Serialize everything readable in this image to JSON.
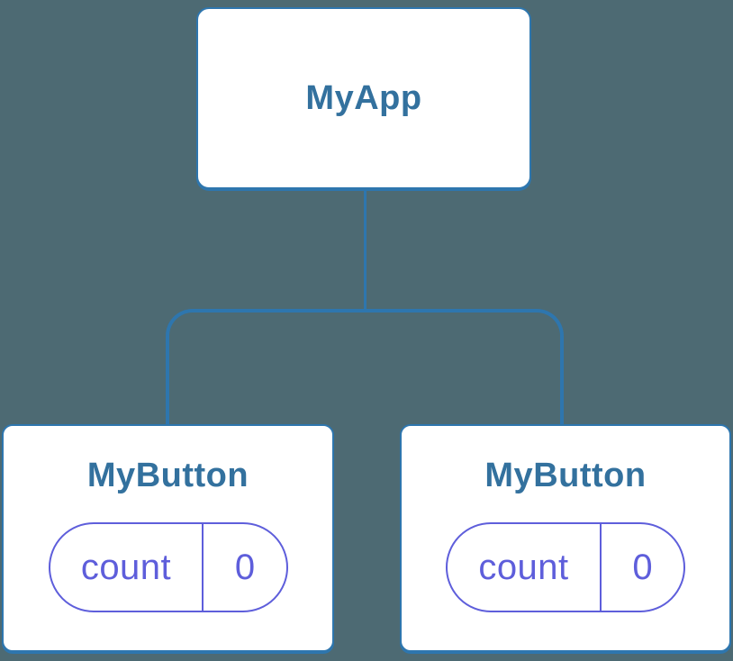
{
  "colors": {
    "background": "#4D6A73",
    "connector_blue": "#2E76AE",
    "node_title": "#33719E",
    "state_purple": "#5E5EDB",
    "node_fill": "#FFFFFF"
  },
  "tree": {
    "root": {
      "label": "MyApp"
    },
    "children": [
      {
        "label": "MyButton",
        "state": {
          "key": "count",
          "value": "0"
        }
      },
      {
        "label": "MyButton",
        "state": {
          "key": "count",
          "value": "0"
        }
      }
    ]
  }
}
